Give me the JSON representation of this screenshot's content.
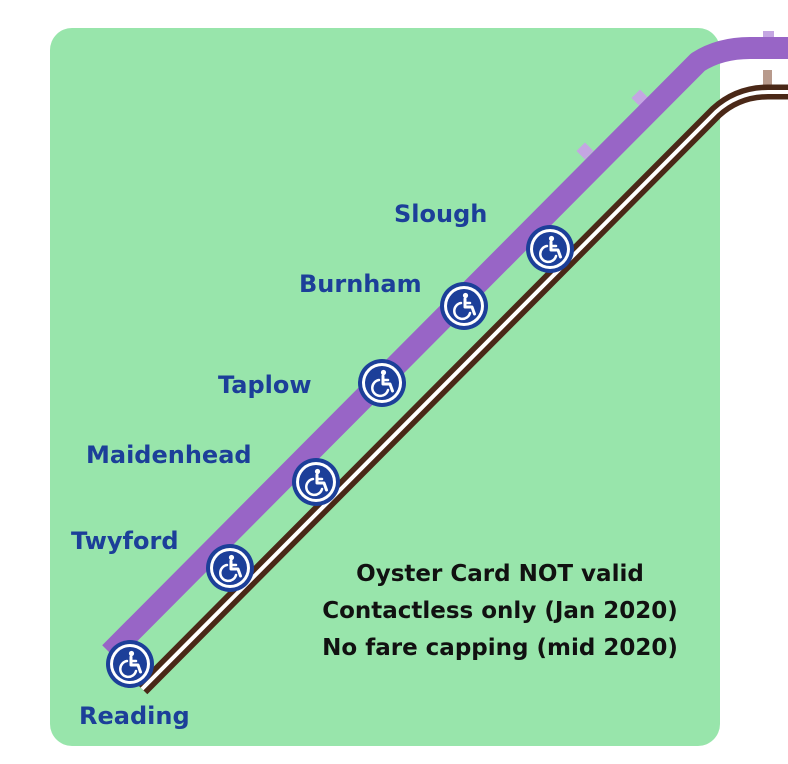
{
  "colors": {
    "zone_fill": "#98e5ab",
    "elizabeth_line": "#9865c6",
    "elizabeth_line_light": "#c4a6e2",
    "gwr_line": "#4a2817",
    "gwr_separator": "#ffffff",
    "station_text": "#1c3f99",
    "access_blue": "#1c3f99",
    "access_white": "#ffffff"
  },
  "icons": {
    "step_free": "wheelchair-icon"
  },
  "stations": [
    {
      "name": "Reading",
      "step_free": true
    },
    {
      "name": "Twyford",
      "step_free": true
    },
    {
      "name": "Maidenhead",
      "step_free": true
    },
    {
      "name": "Taplow",
      "step_free": true
    },
    {
      "name": "Burnham",
      "step_free": true
    },
    {
      "name": "Slough",
      "step_free": true
    }
  ],
  "notes": [
    "Oyster Card NOT valid",
    "Contactless only (Jan 2020)",
    "No fare capping (mid 2020)"
  ]
}
